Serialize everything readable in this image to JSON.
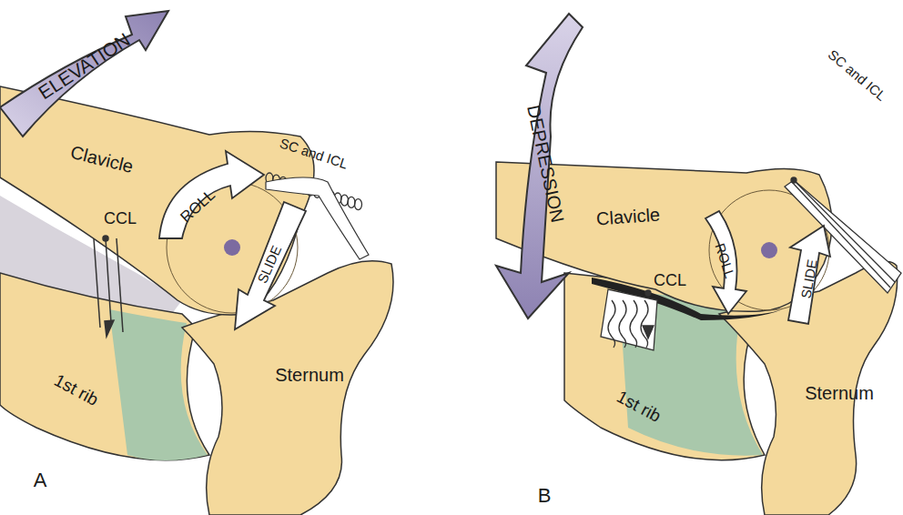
{
  "diagram": {
    "labels": [
      "ELEVATION",
      "Clavicle",
      "CCL",
      "ROLL",
      "SC and ICL",
      "SLIDE",
      "1st rib",
      "Sternum",
      "A",
      "DEPRESSION",
      "Clavicle",
      "SC and ICL",
      "ROLL",
      "CCL",
      "SLIDE",
      "1st rib",
      "Sternum",
      "B"
    ]
  }
}
